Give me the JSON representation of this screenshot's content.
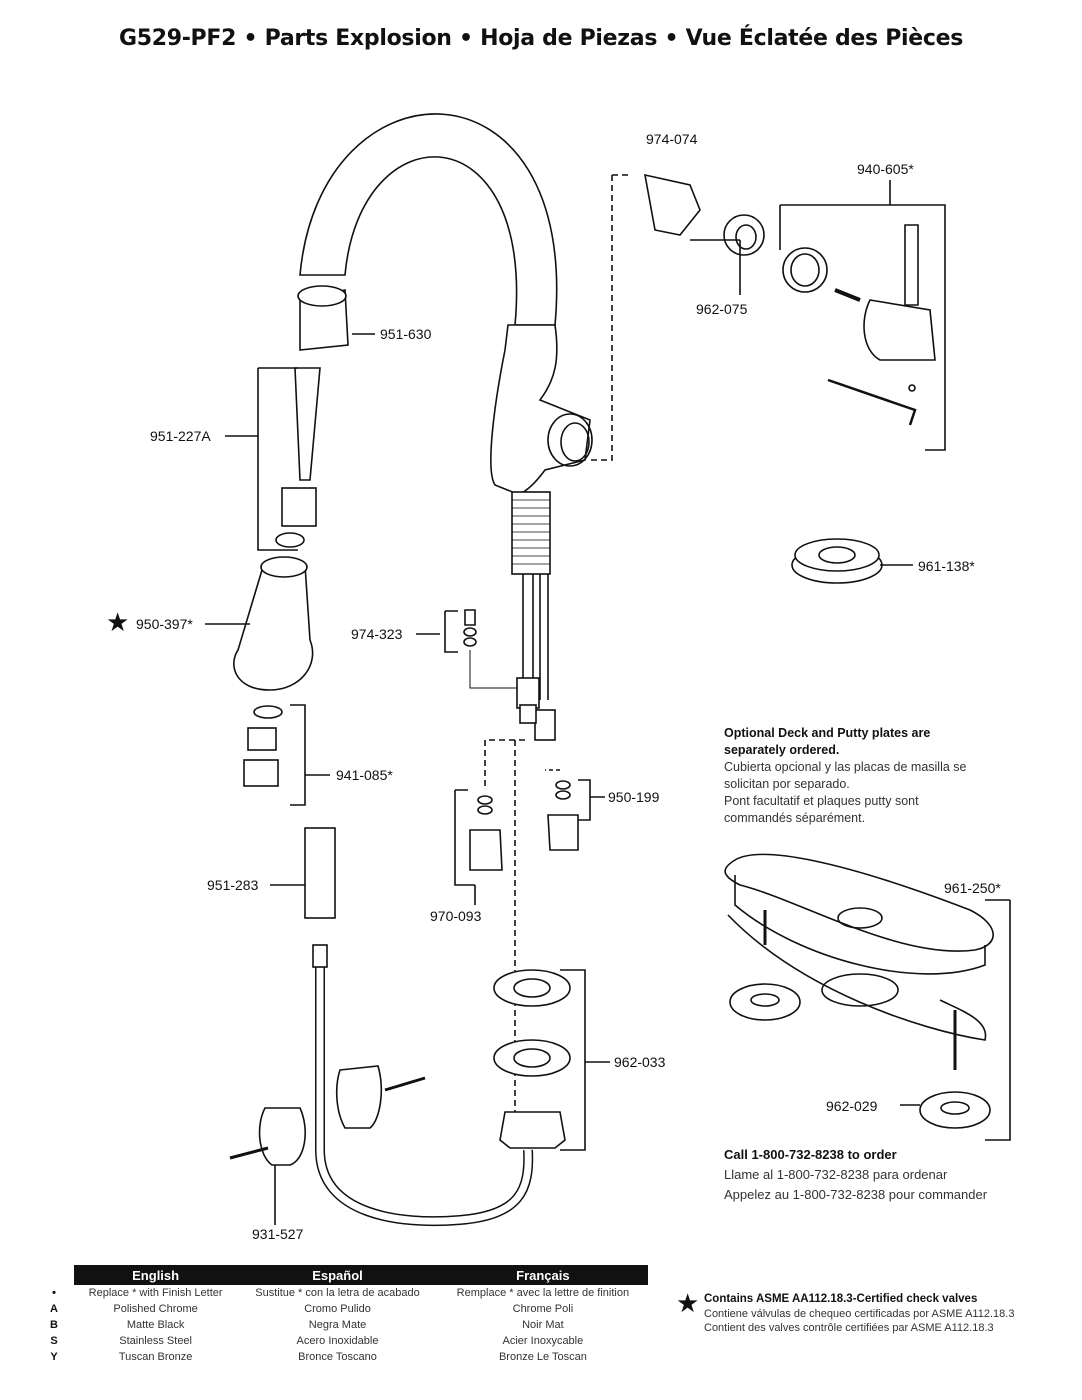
{
  "title": "G529-PF2 • Parts Explosion • Hoja de Piezas • Vue Éclatée des Pièces",
  "part_labels": {
    "p974_074": "974-074",
    "p940_605": "940-605*",
    "p962_075": "962-075",
    "p951_630": "951-630",
    "p951_227A": "951-227A",
    "p961_138": "961-138*",
    "p950_397": "950-397*",
    "p974_323": "974-323",
    "p941_085": "941-085*",
    "p950_199": "950-199",
    "p951_283": "951-283",
    "p970_093": "970-093",
    "p961_250": "961-250*",
    "p962_033": "962-033",
    "p962_029": "962-029",
    "p931_527": "931-527"
  },
  "optional_note": {
    "bold": [
      "Optional Deck and Putty plates are",
      "separately ordered."
    ],
    "es": [
      "Cubierta opcional y las placas de masilla se",
      "solicitan por separado."
    ],
    "fr": [
      "Pont facultatif et plaques putty sont",
      "commandés séparément."
    ]
  },
  "order_note": {
    "bold": "Call 1-800-732-8238 to order",
    "es": "Llame al 1-800-732-8238 para ordenar",
    "fr": "Appelez au 1-800-732-8238 pour commander"
  },
  "legend": {
    "headers": [
      "English",
      "Español",
      "Français"
    ],
    "rows": [
      {
        "code": "•",
        "en": "Replace * with Finish Letter",
        "es": "Sustitue * con la letra de acabado",
        "fr": "Remplace * avec la lettre de finition"
      },
      {
        "code": "A",
        "en": "Polished Chrome",
        "es": "Cromo Pulido",
        "fr": "Chrome Poli"
      },
      {
        "code": "B",
        "en": "Matte Black",
        "es": "Negra Mate",
        "fr": "Noir Mat"
      },
      {
        "code": "S",
        "en": "Stainless Steel",
        "es": "Acero Inoxidable",
        "fr": "Acier Inoxycable"
      },
      {
        "code": "Y",
        "en": "Tuscan Bronze",
        "es": "Bronce Toscano",
        "fr": "Bronze Le Toscan"
      }
    ]
  },
  "certified": {
    "bold": "Contains ASME AA112.18.3-Certified check valves",
    "es": "Contiene válvulas de chequeo certificadas por ASME A112.18.3",
    "fr": "Contient des valves contrôle certifiées par ASME A112.18.3"
  },
  "icons": {
    "star": "★"
  },
  "colors": {
    "ink": "#111111",
    "legend_header_bg": "#111111"
  }
}
